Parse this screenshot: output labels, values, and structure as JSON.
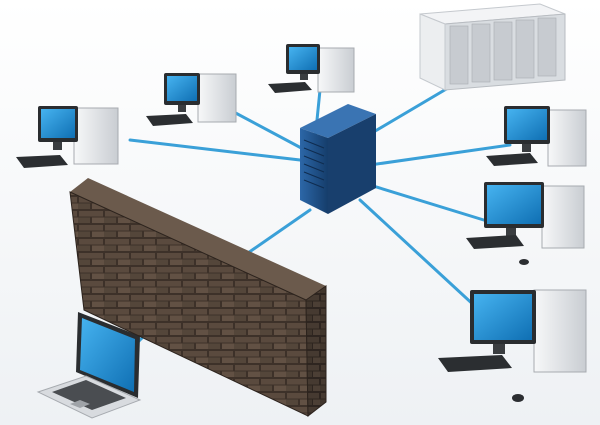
{
  "diagram": {
    "type": "network-topology",
    "central_node": "server",
    "nodes": [
      {
        "kind": "desktop-computer",
        "count": 6
      },
      {
        "kind": "server-rack",
        "count": 1
      },
      {
        "kind": "laptop",
        "count": 1
      },
      {
        "kind": "firewall",
        "count": 1
      }
    ],
    "colors": {
      "cable": "#3aa0d8",
      "server": "#1f4f86",
      "screen": "#1c8fd6",
      "case": "#e9ecef",
      "brick": "#4a3b30",
      "background": "#ffffff"
    }
  }
}
